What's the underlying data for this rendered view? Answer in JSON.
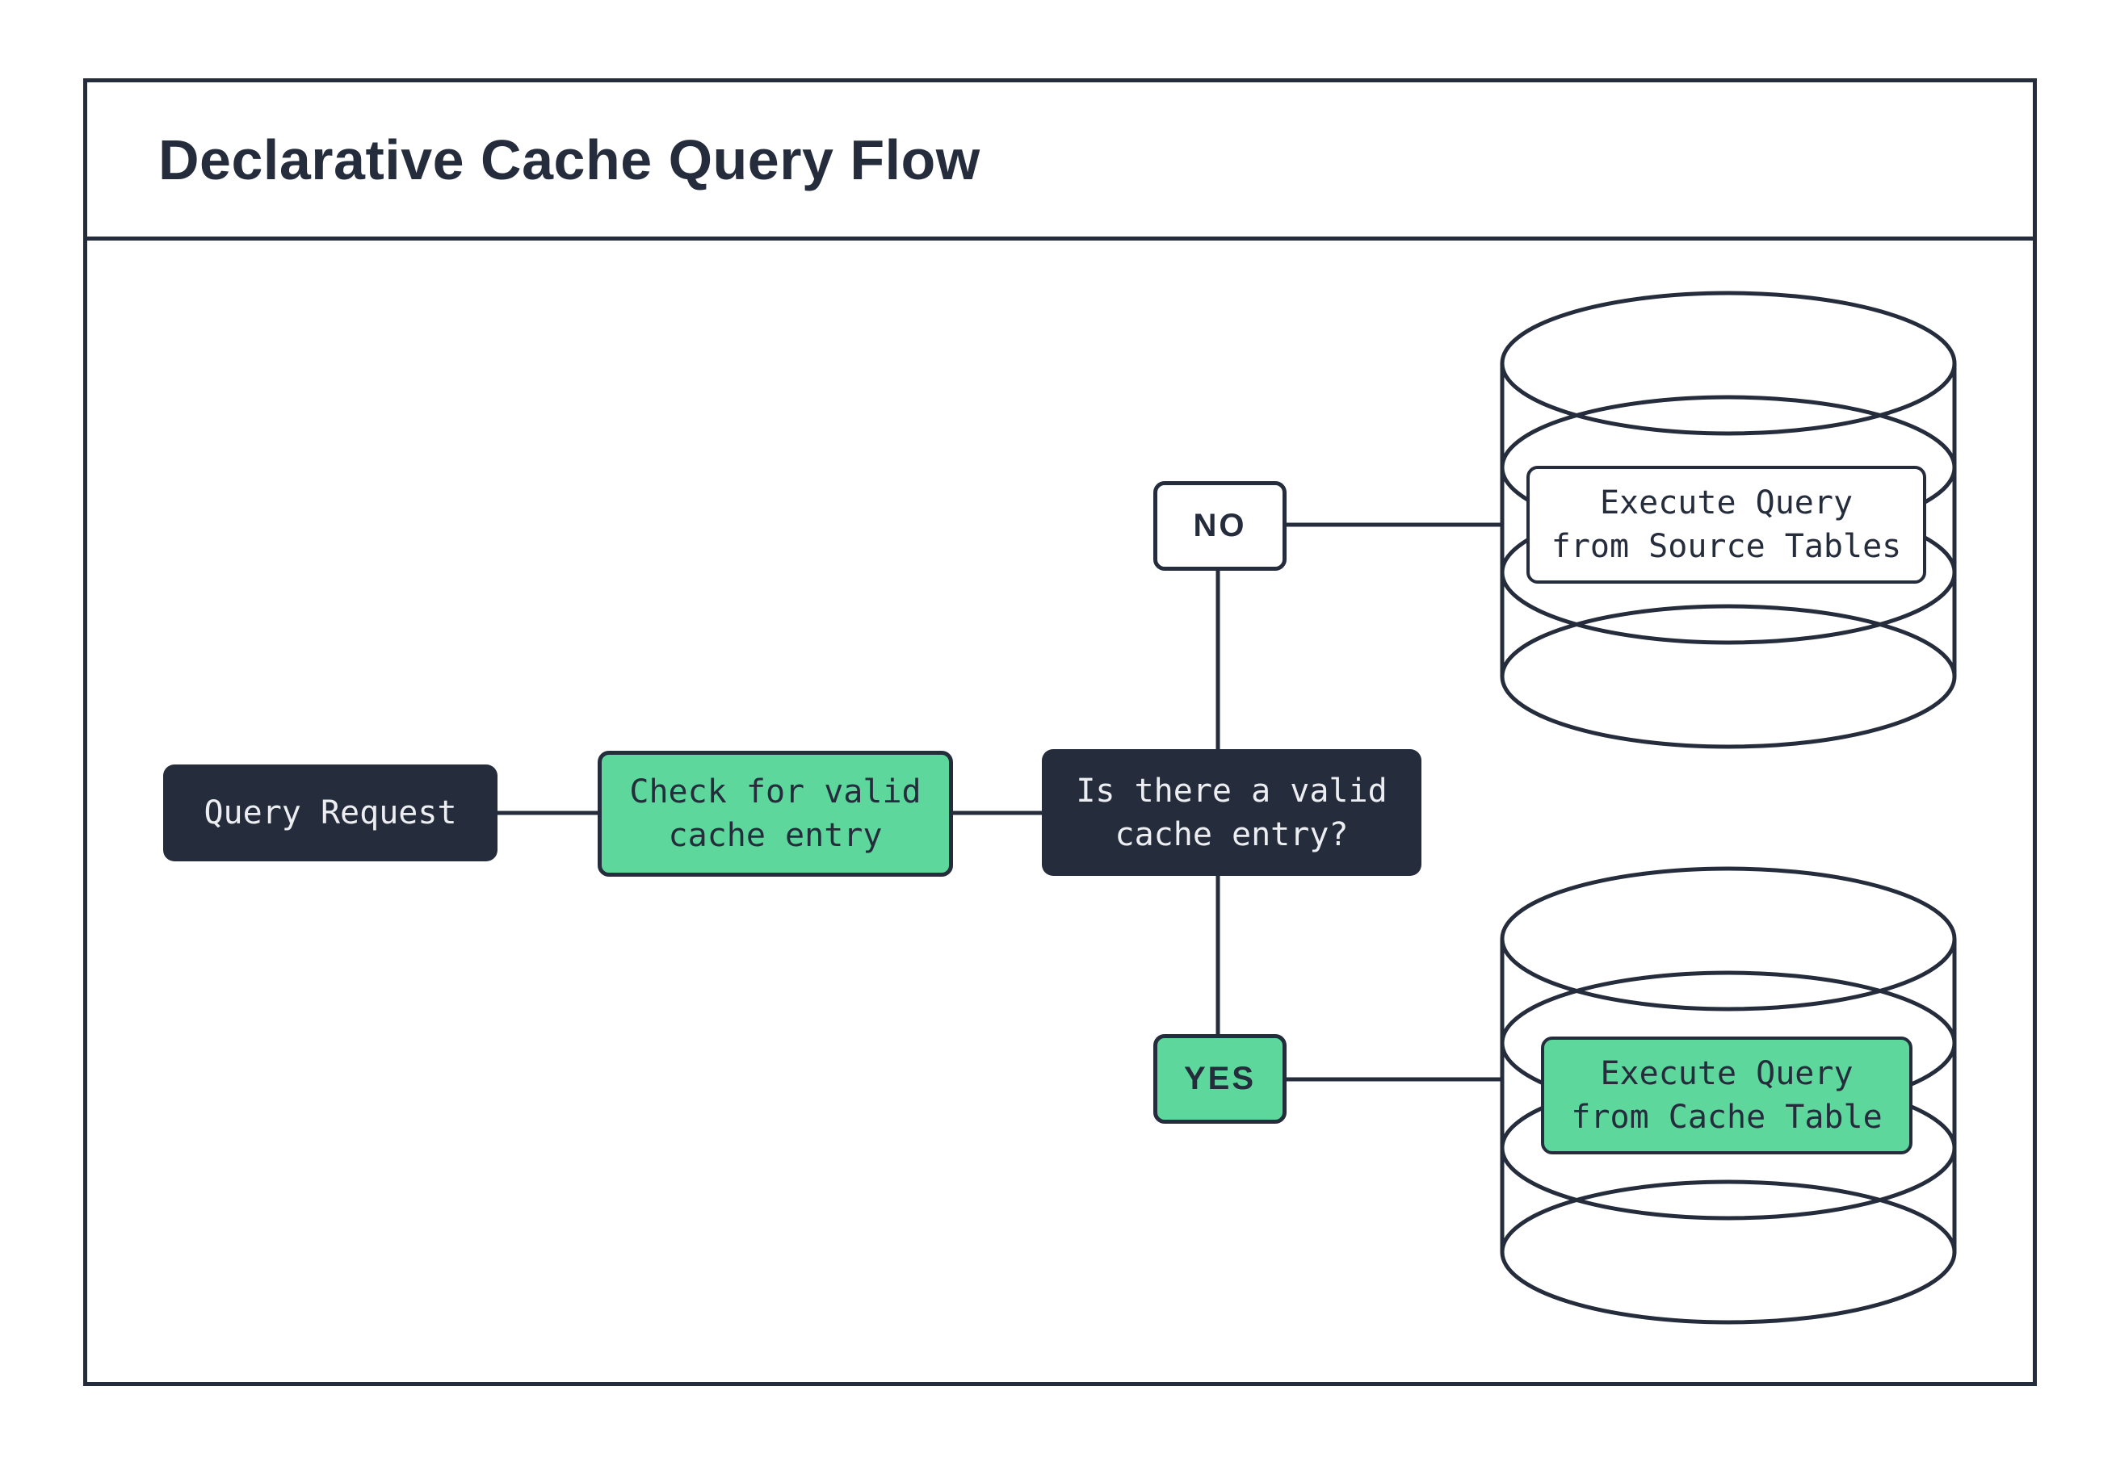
{
  "title": "Declarative Cache Query Flow",
  "colors": {
    "dark_navy": "#252c3c",
    "mint_green": "#5ed79d",
    "background": "#ffffff"
  },
  "flow": {
    "start": {
      "label": "Query Request"
    },
    "check": {
      "label": "Check for valid\ncache entry"
    },
    "decision": {
      "label": "Is there a valid\ncache entry?"
    },
    "branch_no": {
      "label": "NO"
    },
    "branch_yes": {
      "label": "YES"
    },
    "source_db": {
      "label": "Execute Query\nfrom Source Tables"
    },
    "cache_db": {
      "label": "Execute Query\nfrom Cache Table"
    }
  }
}
